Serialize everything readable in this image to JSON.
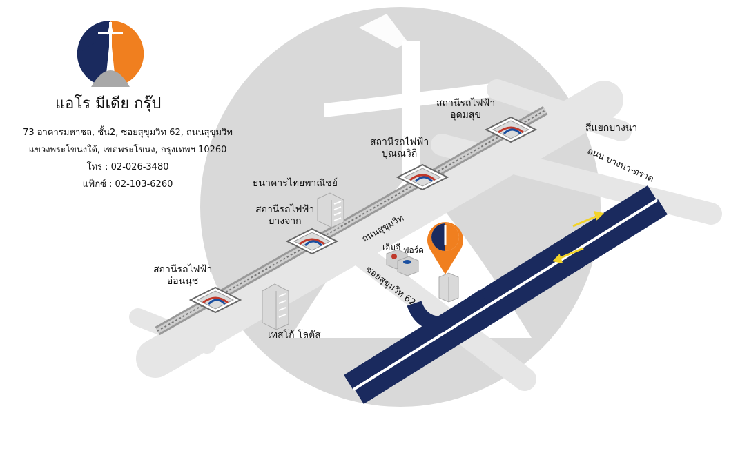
{
  "company": {
    "name": "แอโร มีเดีย กรุ๊ป",
    "address_line1": "73 อาคารมหาชล, ชั้น2, ซอยสุขุมวิท 62, ถนนสุขุมวิท",
    "address_line2": "แขวงพระโขนงใต้, เขตพระโขนง, กรุงเทพฯ 10260",
    "phone": "โทร : 02-026-3480",
    "fax": "แฟ็กซ์ : 02-103-6260"
  },
  "stations": [
    {
      "id": "udom_suk",
      "line1": "สถานีรถไฟฟ้า",
      "line2": "อุดมสุข"
    },
    {
      "id": "punnawithi",
      "line1": "สถานีรถไฟฟ้า",
      "line2": "ปุณณวิถี"
    },
    {
      "id": "bang_chak",
      "line1": "สถานีรถไฟฟ้า",
      "line2": "บางจาก"
    },
    {
      "id": "on_nut",
      "line1": "สถานีรถไฟฟ้า",
      "line2": "อ่อนนุช"
    }
  ],
  "places": {
    "scb": "ธนาคารไทยพาณิชย์",
    "tesco": "เทสโก้ โลตัส",
    "mg": "เอ็มจี",
    "ford": "ฟอร์ด"
  },
  "roads": {
    "sukhumvit": "ถนนสุขุมวิท",
    "soi62": "ซอยสุขุมวิท 62",
    "bangna_trat": "ถนน บางนา-ตราด",
    "bangna_junction": "สี่แยกบางนา"
  },
  "colors": {
    "logo_navy": "#1a2a5e",
    "logo_orange": "#f07f1f",
    "expressway": "#1a2a5e",
    "road": "#e6e6e6",
    "background_mark": "#d9d9d9",
    "arrow": "#f2d32a",
    "pin": "#f07f1f"
  }
}
